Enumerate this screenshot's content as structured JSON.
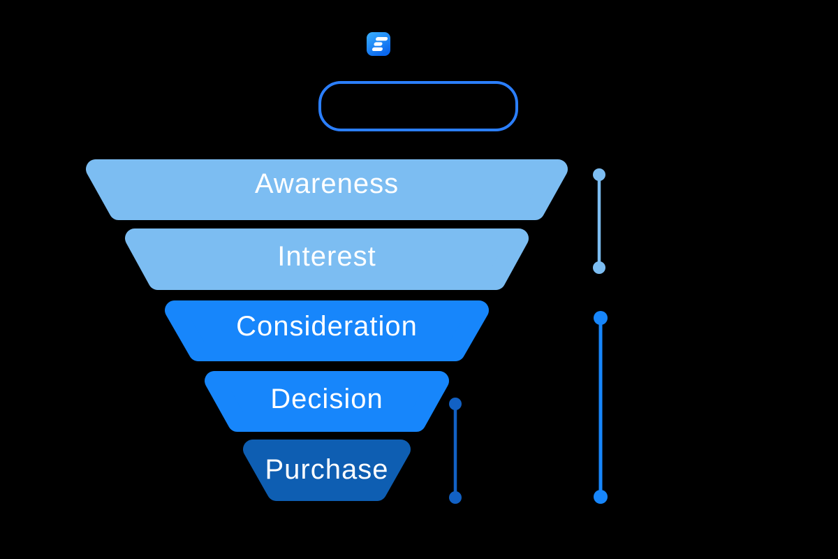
{
  "page": {
    "background": "#000000"
  },
  "logo": {
    "name": "fluent-funnel-app-logo",
    "gradient_top": "#3BB1FF",
    "gradient_bottom": "#0A67EE",
    "bar_color": "#FFFFFF"
  },
  "title_box": {
    "text": "",
    "border_color": "#2B7FFF"
  },
  "funnel": {
    "label_color": "#FFFFFF",
    "stages": [
      {
        "label": "Awareness",
        "color": "#7CBDF2"
      },
      {
        "label": "Interest",
        "color": "#7CBDF2"
      },
      {
        "label": "Consideration",
        "color": "#1786FB"
      },
      {
        "label": "Decision",
        "color": "#1786FB"
      },
      {
        "label": "Purchase",
        "color": "#0E5EB2"
      }
    ]
  },
  "measures": [
    {
      "name": "awareness-interest-span",
      "color": "#7CBDF2"
    },
    {
      "name": "consideration-purchase-span",
      "color": "#1786FB"
    },
    {
      "name": "decision-purchase-span",
      "color": "#1261C4"
    }
  ]
}
